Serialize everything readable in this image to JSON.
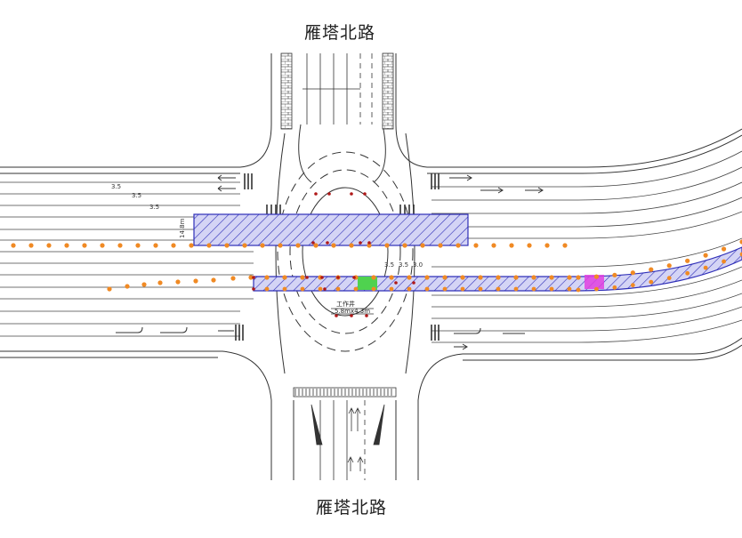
{
  "labels": {
    "road_north": "雁塔北路",
    "road_south": "雁塔北路",
    "work_shaft": "工作井",
    "shaft_size": "5.8mx4.3m",
    "box_height": "14.8m",
    "dim_35": "3.5",
    "dim_30": "3.0"
  },
  "colors": {
    "road_line": "#333333",
    "hatch_blue": "#2e2eb8",
    "fill_blue": "#c9c9f2",
    "dot_orange": "#f08a24",
    "dot_red": "#b01818",
    "green_mark": "#4fd24f",
    "magenta_mark": "#e040e0"
  }
}
